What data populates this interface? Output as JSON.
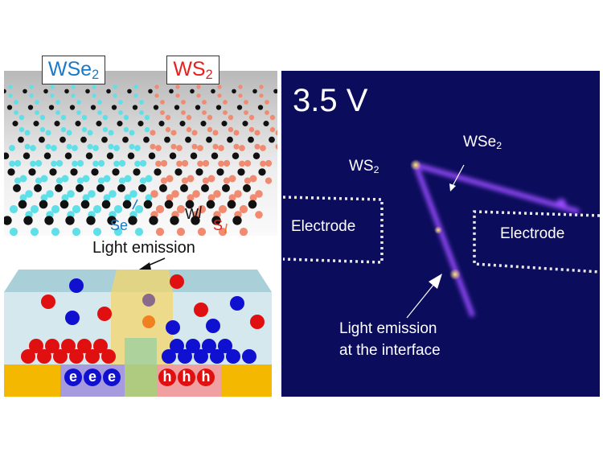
{
  "left_panel": {
    "wse2_label": {
      "main": "WSe",
      "sub": "2"
    },
    "ws2_label": {
      "main": "WS",
      "sub": "2"
    },
    "atom_labels": {
      "se": "Se",
      "w": "W",
      "s": "S"
    },
    "light_emission": "Light emission",
    "electrons": [
      "e",
      "e",
      "e"
    ],
    "holes": [
      "h",
      "h",
      "h"
    ],
    "colors": {
      "se": "#5fe0e8",
      "w": "#111111",
      "s": "#f08a70",
      "wse2_text": "#1a7ac8",
      "ws2_text": "#e8201c"
    }
  },
  "right_panel": {
    "voltage": "3.5 V",
    "ws2_label": {
      "main": "WS",
      "sub": "2"
    },
    "wse2_label": {
      "main": "WSe",
      "sub": "2"
    },
    "electrode_left": "Electrode",
    "electrode_right": "Electrode",
    "emission_line1": "Light emission",
    "emission_line2": "at the interface",
    "colors": {
      "background": "#0b0c5c",
      "emission": "#a050ff"
    }
  }
}
